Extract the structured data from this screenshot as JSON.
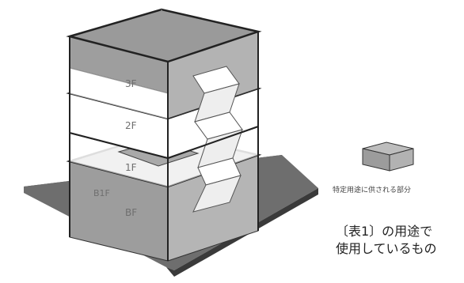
{
  "floors": [
    "3F",
    "2F",
    "1F",
    "B1F",
    "BF"
  ],
  "legend": {
    "caption": "特定用途に供される部分",
    "note_line1": "〔表1〕の用途で",
    "note_line2": "使用しているもの"
  },
  "colors": {
    "shaded_fill": "#a9a9a9",
    "ground_fill": "#707070",
    "edge": "#222222",
    "light_edge": "#8a8a8a"
  }
}
